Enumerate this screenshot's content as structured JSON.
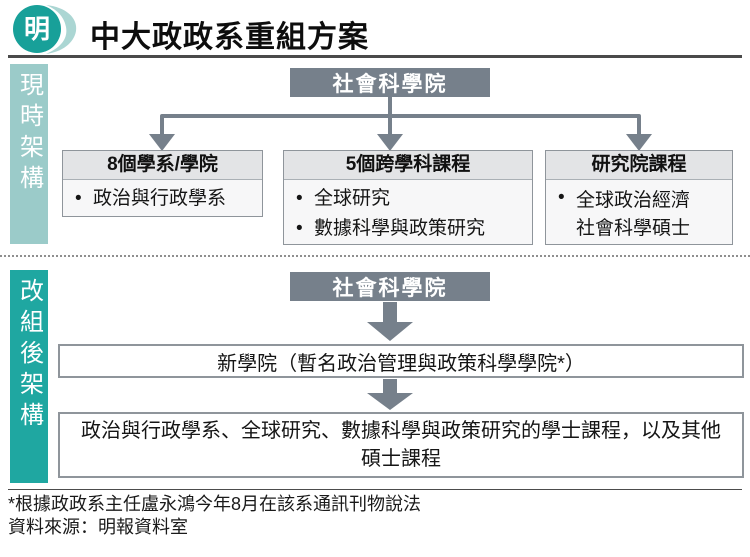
{
  "header": {
    "logo_char": "明",
    "title": "中大政政系重組方案"
  },
  "sections": {
    "current_label": "現時架構",
    "reorg_label": "改組後架構"
  },
  "current": {
    "root": "社會科學院",
    "children": [
      {
        "header": "8個學系/學院",
        "items": [
          "政治與行政學系"
        ]
      },
      {
        "header": "5個跨學科課程",
        "items": [
          "全球研究",
          "數據科學與政策研究"
        ]
      },
      {
        "header": "研究院課程",
        "items": [
          "全球政治經濟社會科學碩士"
        ]
      }
    ]
  },
  "reorganized": {
    "root": "社會科學院",
    "steps": [
      "新學院（暫名政治管理與政策科學學院*）",
      "政治與行政學系、全球研究、數據科學與政策研究的學士課程，以及其他碩士課程"
    ]
  },
  "footer": {
    "note": "*根據政政系主任盧永鴻今年8月在該系通訊刊物說法",
    "source": "資料來源：明報資料室"
  },
  "colors": {
    "teal_light": "#9BCBC9",
    "teal_dark": "#1FA7A1",
    "slate_gray": "#76808B",
    "box_header_gray": "#E3E4E6"
  }
}
